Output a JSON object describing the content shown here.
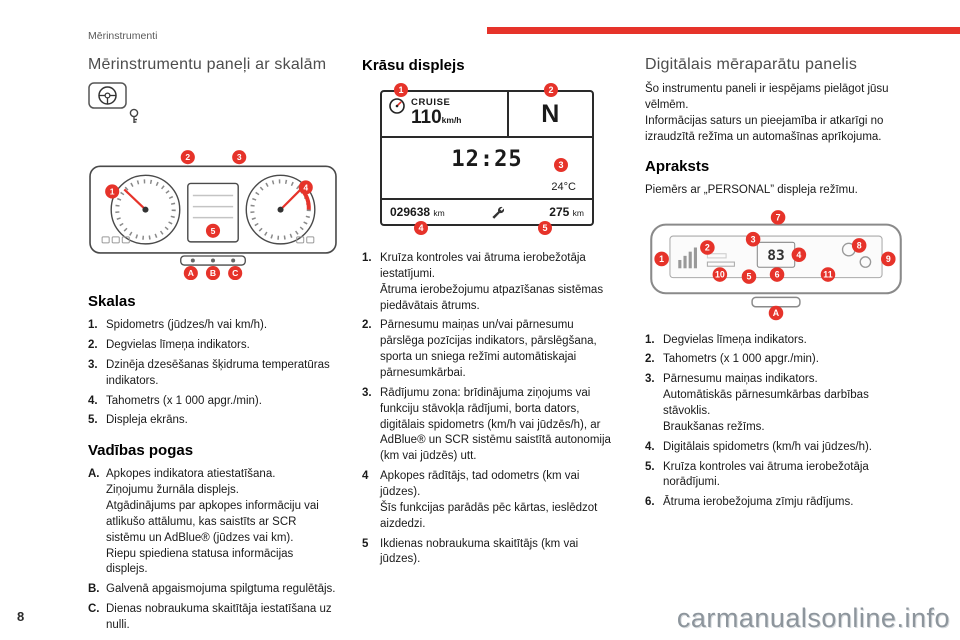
{
  "colors": {
    "accent": "#e6332a"
  },
  "page": {
    "header": "Mērinstrumenti",
    "page_number": "8",
    "watermark": "carmanualsonline.info"
  },
  "left": {
    "title": "Mērinstrumentu paneļi ar skalām",
    "figure": {
      "callouts": [
        "1",
        "2",
        "3",
        "4",
        "5",
        "A",
        "B",
        "C"
      ]
    },
    "scales": {
      "heading": "Skalas",
      "items": [
        {
          "num": "1.",
          "text": "Spidometrs (jūdzes/h vai km/h)."
        },
        {
          "num": "2.",
          "text": "Degvielas līmeņa indikators."
        },
        {
          "num": "3.",
          "text": "Dzinēja dzesēšanas šķidruma temperatūras indikators."
        },
        {
          "num": "4.",
          "text": "Tahometrs (x 1 000 apgr./min)."
        },
        {
          "num": "5.",
          "text": "Displeja ekrāns."
        }
      ]
    },
    "controls": {
      "heading": "Vadības pogas",
      "items": [
        {
          "num": "A.",
          "text": "Apkopes indikatora atiestatīšana.\nZiņojumu žurnāla displejs.\nAtgādinājums par apkopes informāciju vai atlikušo attālumu, kas saistīts ar SCR sistēmu un AdBlue® (jūdzes vai km).\nRiepu spiediena statusa informācijas displejs."
        },
        {
          "num": "B.",
          "text": "Galvenā apgaismojuma spilgtuma regulētājs."
        },
        {
          "num": "C.",
          "text": "Dienas nobraukuma skaitītāja iestatīšana uz nulli."
        }
      ]
    }
  },
  "middle": {
    "title": "Krāsu displejs",
    "display": {
      "cruise_label": "CRUISE",
      "speed": "110",
      "speed_unit": "km/h",
      "gear": "N",
      "clock": "12:25",
      "temperature": "24°C",
      "odometer": "029638",
      "odometer_unit": "km",
      "trip": "275",
      "trip_unit": "km",
      "callouts": [
        "1",
        "2",
        "3",
        "4",
        "5"
      ]
    },
    "items": [
      {
        "num": "1.",
        "text": "Kruīza kontroles vai ātruma ierobežotāja iestatījumi.\nĀtruma ierobežojumu atpazīšanas sistēmas piedāvātais ātrums."
      },
      {
        "num": "2.",
        "text": "Pārnesumu maiņas un/vai pārnesumu pārslēga pozīcijas indikators, pārslēgšana, sporta un sniega režīmi automātiskajai pārnesumkārbai."
      },
      {
        "num": "3.",
        "text": "Rādījumu zona: brīdinājuma ziņojums vai funkciju stāvokļa rādījumi, borta dators, digitālais spidometrs (km/h vai jūdzēs/h), ar AdBlue® un SCR sistēmu saistītā autonomija (km vai jūdzēs) utt."
      },
      {
        "num": "4",
        "text": "Apkopes rādītājs, tad odometrs (km vai jūdzes).\nŠīs funkcijas parādās pēc kārtas, ieslēdzot aizdedzi."
      },
      {
        "num": "5",
        "text": "Ikdienas nobraukuma skaitītājs (km vai jūdzes)."
      }
    ]
  },
  "right": {
    "title": "Digitālais mēraparātu panelis",
    "intro": "Šo instrumentu paneli ir iespējams pielāgot jūsu vēlmēm.\nInformācijas saturs un pieejamība ir atkarīgi no izraudzītā režīma un automašīnas aprīkojuma.",
    "description": {
      "heading": "Apraksts",
      "example": "Piemērs ar „PERSONAL” displeja režīmu."
    },
    "figure": {
      "speed": "83",
      "callouts": [
        "1",
        "2",
        "3",
        "4",
        "5",
        "6",
        "7",
        "8",
        "9",
        "10",
        "11",
        "A"
      ]
    },
    "items": [
      {
        "num": "1.",
        "text": "Degvielas līmeņa indikators."
      },
      {
        "num": "2.",
        "text": "Tahometrs (x 1 000 apgr./min)."
      },
      {
        "num": "3.",
        "text": "Pārnesumu maiņas indikators.\nAutomātiskās pārnesumkārbas darbības stāvoklis.\nBraukšanas režīms."
      },
      {
        "num": "4.",
        "text": "Digitālais spidometrs (km/h vai jūdzes/h)."
      },
      {
        "num": "5.",
        "text": "Kruīza kontroles vai ātruma ierobežotāja norādījumi."
      },
      {
        "num": "6.",
        "text": "Ātruma ierobežojuma zīmju rādījums."
      }
    ]
  }
}
